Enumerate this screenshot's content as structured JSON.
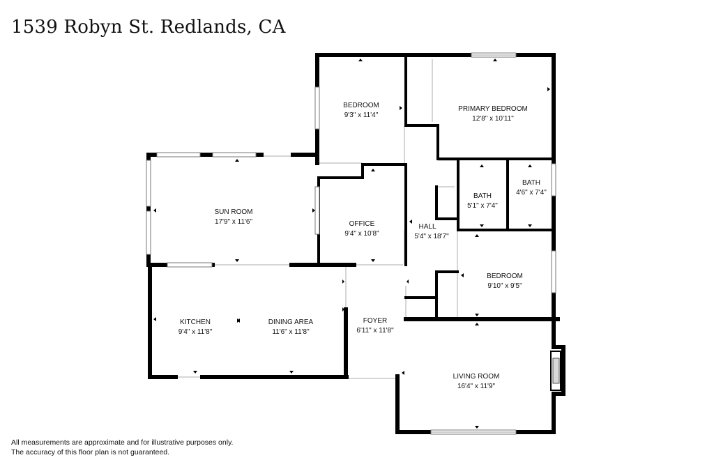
{
  "title": "1539 Robyn St. Redlands, CA",
  "disclaimer": {
    "line1": "All measurements are approximate and for illustrative purposes only.",
    "line2": "The accuracy of this floor plan is not guaranteed."
  },
  "rooms": {
    "bedroom_1": {
      "name": "BEDROOM",
      "size": "9'3\" x 11'4\""
    },
    "primary_bedroom": {
      "name": "PRIMARY BEDROOM",
      "size": "12'8\" x 10'11\""
    },
    "sun_room": {
      "name": "SUN ROOM",
      "size": "17'9\" x 11'6\""
    },
    "office": {
      "name": "OFFICE",
      "size": "9'4\" x 10'8\""
    },
    "hall": {
      "name": "HALL",
      "size": "5'4\" x 18'7\""
    },
    "bath_1": {
      "name": "BATH",
      "size": "5'1\" x 7'4\""
    },
    "bath_2": {
      "name": "BATH",
      "size": "4'6\" x 7'4\""
    },
    "bedroom_2": {
      "name": "BEDROOM",
      "size": "9'10\" x 9'5\""
    },
    "kitchen": {
      "name": "KITCHEN",
      "size": "9'4\" x 11'8\""
    },
    "dining_area": {
      "name": "DINING AREA",
      "size": "11'6\" x 11'8\""
    },
    "foyer": {
      "name": "FOYER",
      "size": "6'11\" x 11'8\""
    },
    "living_room": {
      "name": "LIVING ROOM",
      "size": "16'4\" x 11'9\""
    }
  }
}
